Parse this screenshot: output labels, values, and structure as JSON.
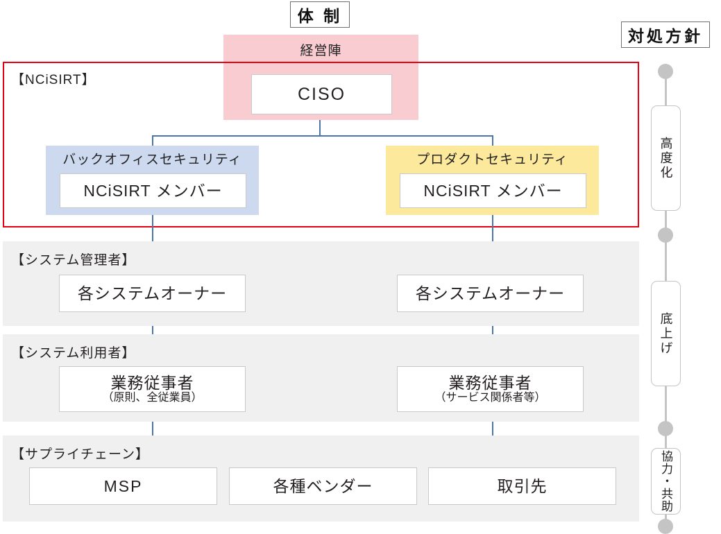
{
  "headings": {
    "structure": "体 制",
    "policy": "対処方針"
  },
  "executive": {
    "title": "経営陣",
    "role": "CISO"
  },
  "ncisirt": {
    "frame_label": "【NCiSIRT】",
    "groups": [
      {
        "title": "バックオフィスセキュリティ",
        "member": "NCiSIRT メンバー",
        "color": "#ccd9ee"
      },
      {
        "title": "プロダクトセキュリティ",
        "member": "NCiSIRT メンバー",
        "color": "#fce99b"
      }
    ]
  },
  "bands": [
    {
      "label": "【システム管理者】",
      "boxes": [
        {
          "main": "各システムオーナー",
          "sub": ""
        },
        {
          "main": "各システムオーナー",
          "sub": ""
        }
      ]
    },
    {
      "label": "【システム利用者】",
      "boxes": [
        {
          "main": "業務従事者",
          "sub": "（原則、全従業員）"
        },
        {
          "main": "業務従事者",
          "sub": "（サービス関係者等）"
        }
      ]
    },
    {
      "label": "【サプライチェーン】",
      "boxes": [
        {
          "main": "MSP",
          "sub": ""
        },
        {
          "main": "各種ベンダー",
          "sub": ""
        },
        {
          "main": "取引先",
          "sub": ""
        }
      ]
    }
  ],
  "policy_axis": {
    "stages": [
      {
        "label": "高度化"
      },
      {
        "label": "底上げ"
      },
      {
        "label": "協力・共助"
      }
    ]
  },
  "colors": {
    "executive_panel": "#f9ccd2",
    "backoffice_panel": "#ccd9ee",
    "product_panel": "#fce99b",
    "band": "#f0f0f0",
    "frame_red": "#e60012",
    "connector_blue": "#4a76ab",
    "axis_gray": "#c4c4c4"
  }
}
